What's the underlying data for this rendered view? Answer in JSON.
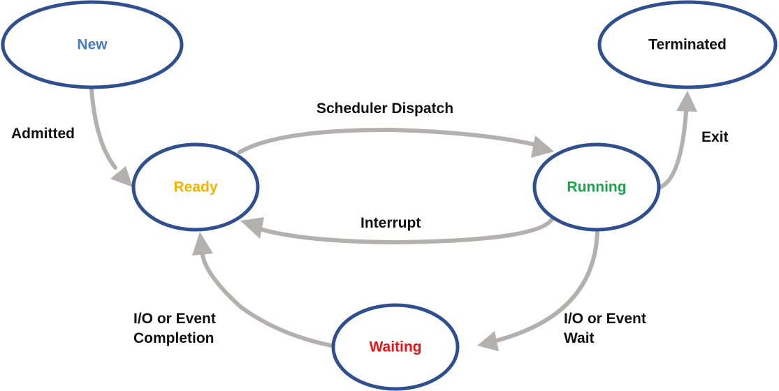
{
  "states": {
    "new": {
      "label": "New",
      "color": "#4a7cc4"
    },
    "ready": {
      "label": "Ready",
      "color": "#f2b400"
    },
    "running": {
      "label": "Running",
      "color": "#1aa24a"
    },
    "waiting": {
      "label": "Waiting",
      "color": "#ee1111"
    },
    "terminated": {
      "label": "Terminated",
      "color": "#111111"
    }
  },
  "transitions": {
    "admitted": {
      "label": "Admitted"
    },
    "scheduler_dispatch": {
      "label": "Scheduler Dispatch"
    },
    "interrupt": {
      "label": "Interrupt"
    },
    "exit": {
      "label": "Exit"
    },
    "io_wait": {
      "lines": [
        "I/O or Event",
        "Wait"
      ]
    },
    "io_completion": {
      "lines": [
        "I/O or Event",
        "Completion"
      ]
    }
  },
  "colors": {
    "ellipse_border": "#2f4f8f",
    "arrow": "#b3b0b0"
  }
}
